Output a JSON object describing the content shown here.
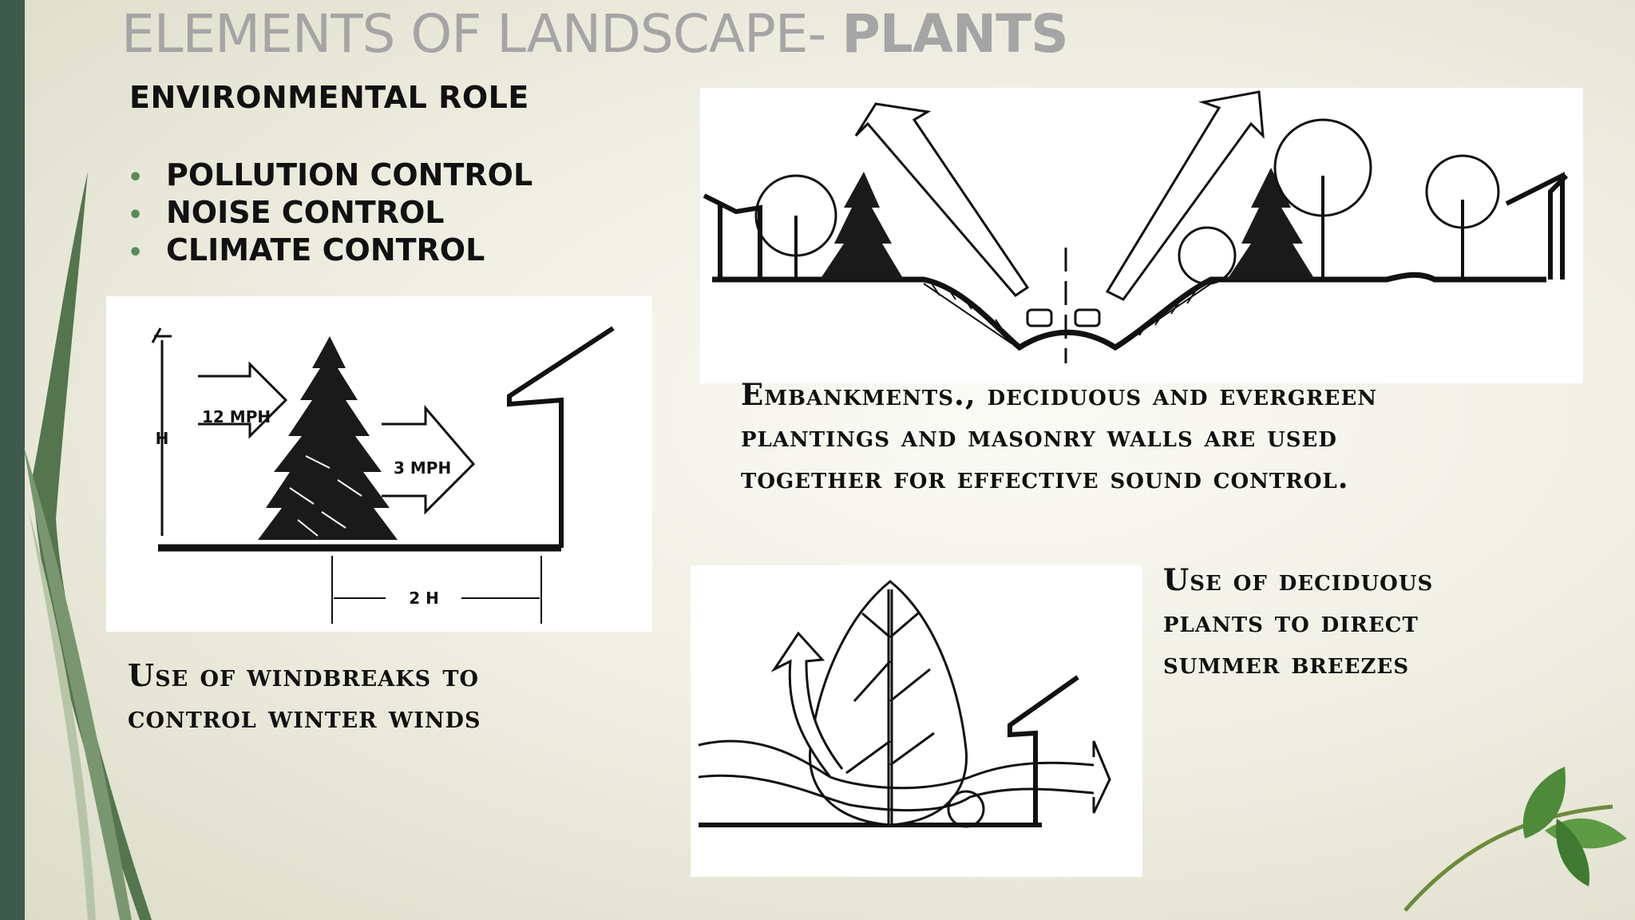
{
  "slide": {
    "title_prefix": "ELEMENTS OF LANDSCAPE- ",
    "title_bold": "PLANTS",
    "heading": "ENVIRONMENTAL ROLE",
    "bullets": [
      "POLLUTION CONTROL",
      "NOISE CONTROL",
      "CLIMATE CONTROL"
    ],
    "windbreak": {
      "labels": [
        "12 MPH",
        "3 MPH",
        "H",
        "2 H"
      ],
      "caption": [
        "Use of windbreaks to",
        "control winter winds"
      ]
    },
    "embankment": {
      "caption": [
        "Embankments., deciduous and evergreen",
        "plantings and masonry walls are used",
        "together for effective sound control."
      ]
    },
    "breeze": {
      "caption": [
        "Use of deciduous",
        "plants to direct",
        "summer breezes"
      ]
    },
    "colors": {
      "left_bar": "#3d5a4c",
      "title": "#a5a5a5",
      "text": "#111111",
      "bullet": "#5a8a5a"
    }
  }
}
